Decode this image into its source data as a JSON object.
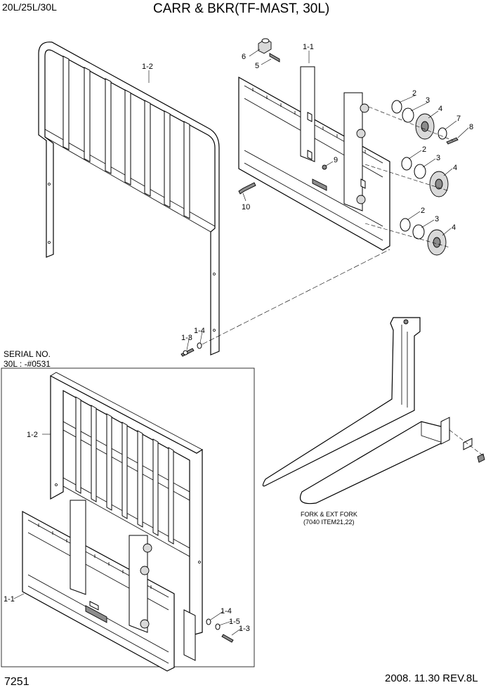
{
  "header": {
    "model": "20L/25L/30L",
    "title": "CARR & BKR(TF-MAST, 30L)"
  },
  "serial": {
    "line1": "SERIAL NO.",
    "line2": "30L : -#0531"
  },
  "fork_note": {
    "line1": "FORK & EXT FORK",
    "line2": "(7040 ITEM21,22)"
  },
  "footer": {
    "page": "7251",
    "revision": "2008. 11.30  REV.8L"
  },
  "callouts": {
    "c1_1": "1-1",
    "c1_2": "1-2",
    "c1_3": "1-3",
    "c1_4": "1-4",
    "c1_5": "1-5",
    "c2": "2",
    "c3": "3",
    "c4": "4",
    "c5": "5",
    "c6": "6",
    "c7": "7",
    "c8": "8",
    "c9": "9",
    "c10": "10"
  }
}
